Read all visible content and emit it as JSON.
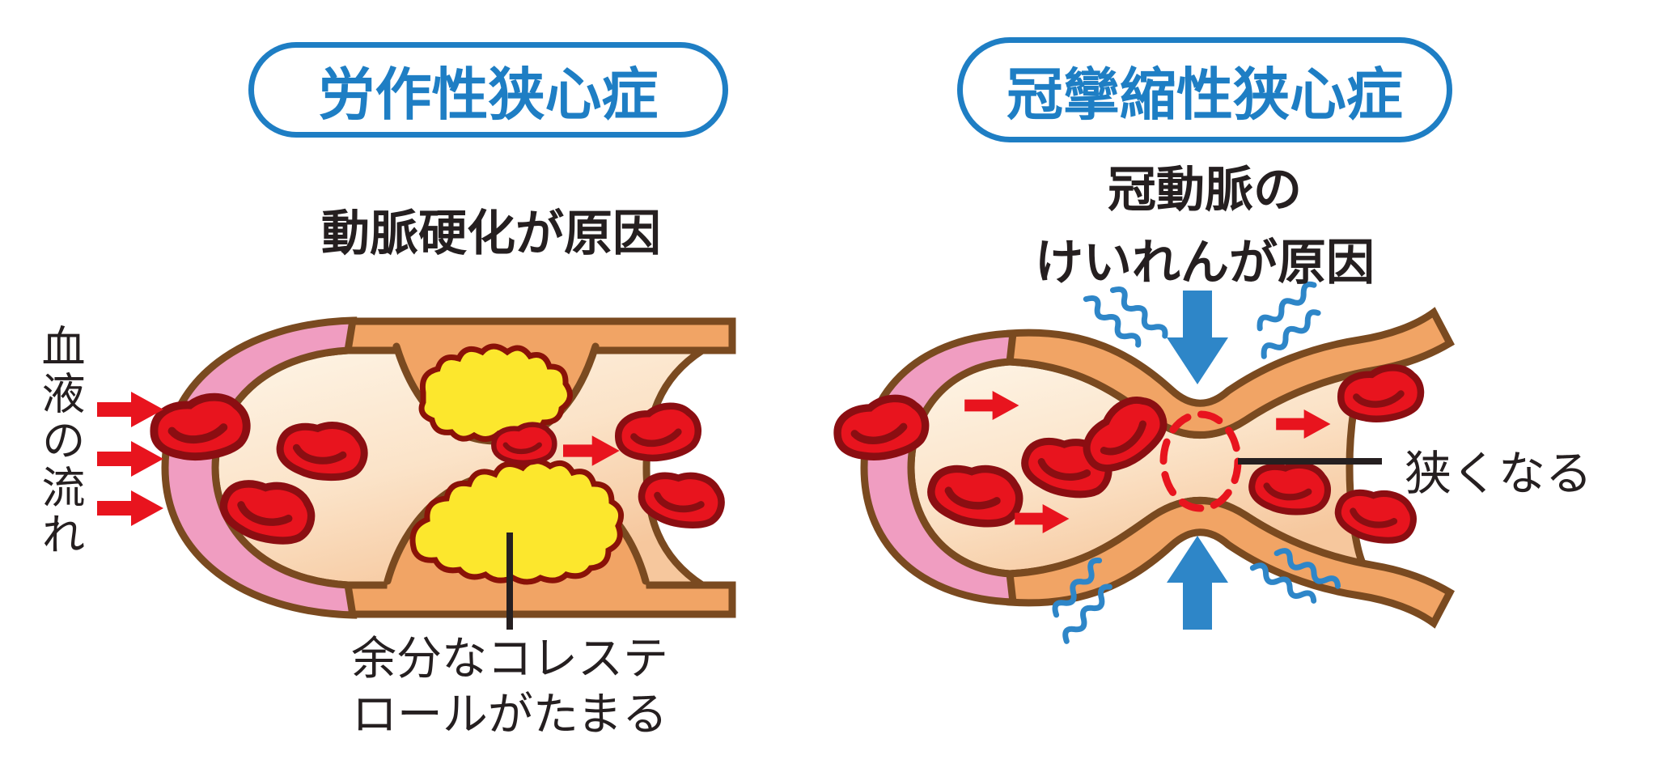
{
  "colors": {
    "blue": "#1E7EC4",
    "arrow_blue": "#2E86C8",
    "text_black": "#251F20",
    "red": "#E8141E",
    "red_dark": "#8B0E12",
    "brown": "#7A4A20",
    "wall_orange": "#F1A465",
    "pink": "#F09DC1",
    "yellow": "#FCE72D",
    "yellow_outline": "#8A1208",
    "white": "#FFFFFF"
  },
  "left_panel": {
    "title": "労作性狭心症",
    "subtitle": "動脈硬化が原因",
    "blood_flow_label": "血液の流れ",
    "cholesterol_label_line1": "余分なコレステ",
    "cholesterol_label_line2": "ロールがたまる"
  },
  "right_panel": {
    "title": "冠攣縮性狭心症",
    "subtitle_line1": "冠動脈の",
    "subtitle_line2": "けいれんが原因",
    "narrowing_label": "狭くなる"
  }
}
